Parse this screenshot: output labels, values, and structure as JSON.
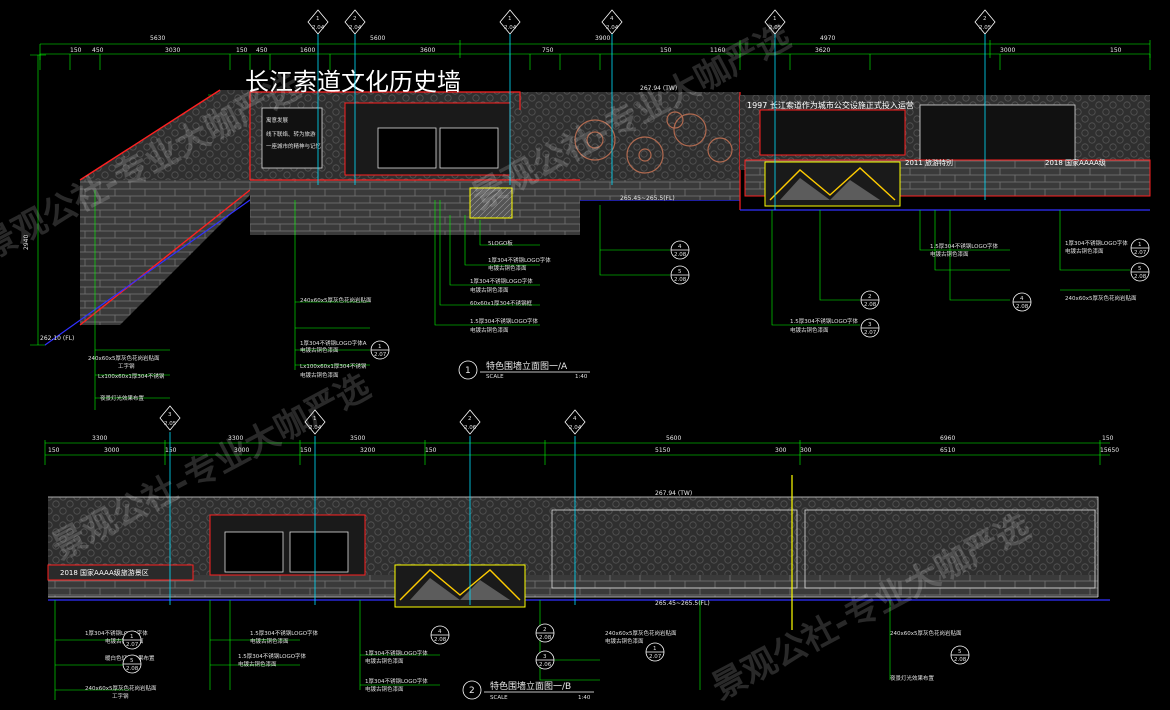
{
  "title": "长江索道文化历史墙",
  "panel1": {
    "number": "1",
    "title": "特色围墙立面图一/A",
    "scale_word": "SCALE",
    "scale": "1:40",
    "dims_top": [
      "5630",
      "5600",
      "3900",
      "4970"
    ],
    "dims_mid": [
      "150",
      "450",
      "3030",
      "150",
      "450",
      "1600",
      "3600",
      "750",
      "150",
      "1160",
      "3620",
      "3000",
      "150"
    ],
    "level_tw": "267.94 (TW)",
    "level_fl": "265.45~265.5(FL)",
    "level_fl_low": "262.10 (FL)",
    "sign_1997": "1997  长江索道作为城市公交设施正式投入运营",
    "sign_2011": "2011  旅游特别",
    "sign_2018": "2018  国家AAAA级",
    "notice_line1": "寓意发展",
    "notice_line2": "线下联络、转为旅游",
    "notice_line3": "一座城市的精神与记忆",
    "callouts_left": [
      "240x60x5厚灰色花岗岩贴面",
      "工字钢",
      "240x60x5厚灰色花岗岩贴面",
      "Lx100x60x1厚304不锈钢",
      "1厚304不锈钢LOGO字体A",
      "电镀古铜色漆面",
      "Lx100x60x1厚304不锈钢",
      "电镀古铜色漆面",
      "夜景灯光效果布置"
    ],
    "callouts_mid": [
      "5LOGO板",
      "1厚304不锈钢LOGO字体",
      "电镀古铜色漆面",
      "1厚304不锈钢LOGO字体",
      "电镀古铜色漆面",
      "60x60x1厚304不锈钢框",
      "1.5厚304不锈钢LOGO字体",
      "电镀古铜色漆面"
    ],
    "callouts_right": [
      "1.5厚304不锈钢LOGO字体",
      "电镀古铜色漆面",
      "1.5厚304不锈钢LOGO字体",
      "电镀古铜色漆面",
      "240x60x5厚灰色花岗岩贴面",
      "1厚304不锈钢LOGO字体",
      "电镀古铜色漆面"
    ]
  },
  "panel2": {
    "number": "2",
    "title": "特色围墙立面图一/B",
    "scale_word": "SCALE",
    "scale": "1:40",
    "dims_top": [
      "3300",
      "3300",
      "3500",
      "5600",
      "6960",
      "150"
    ],
    "dims_mid": [
      "150",
      "3000",
      "150",
      "3000",
      "150",
      "3200",
      "150",
      "5150",
      "300",
      "300",
      "6510",
      "15650"
    ],
    "level_tw": "267.94 (TW)",
    "level_fl": "265.45~265.5(FL)",
    "sign_2018": "2018  国家AAAA级旅游景区",
    "callouts_left": [
      "1厚304不锈钢LOGO字体",
      "电镀古铜色漆面",
      "暖白色灯光效果布置",
      "240x60x5厚灰色花岗岩贴面",
      "工字钢"
    ],
    "callouts_mid": [
      "1.5厚304不锈钢LOGO字体",
      "电镀古铜色漆面",
      "1.5厚304不锈钢LOGO字体",
      "电镀古铜色漆面",
      "1厚304不锈钢LOGO字体",
      "电镀古铜色漆面",
      "1厚304不锈钢LOGO字体",
      "电镀古铜色漆面"
    ],
    "callouts_right": [
      "240x60x5厚灰色花岗岩贴面",
      "电镀古铜色漆面",
      "240x60x5厚灰色花岗岩贴面",
      "夜景灯光效果布置"
    ]
  },
  "section_marks": {
    "top": [
      {
        "n": "1",
        "ref": "2.04"
      },
      {
        "n": "2",
        "ref": "2.04"
      },
      {
        "n": "1",
        "ref": "2.04"
      },
      {
        "n": "4",
        "ref": "2.04"
      },
      {
        "n": "1",
        "ref": "2.05"
      },
      {
        "n": "2",
        "ref": "2.05"
      }
    ],
    "bottom": [
      {
        "n": "3",
        "ref": "2.05"
      },
      {
        "n": "1",
        "ref": "2.04"
      },
      {
        "n": "2",
        "ref": "2.06"
      },
      {
        "n": "4",
        "ref": "2.04"
      }
    ]
  },
  "detail_refs": {
    "panel1": [
      {
        "n": "1",
        "ref": "2.07"
      },
      {
        "n": "4",
        "ref": "2.08"
      },
      {
        "n": "5",
        "ref": "2.08"
      },
      {
        "n": "2",
        "ref": "2.08"
      },
      {
        "n": "3",
        "ref": "2.07"
      },
      {
        "n": "4",
        "ref": "2.08"
      },
      {
        "n": "1",
        "ref": "2.07"
      },
      {
        "n": "5",
        "ref": "2.08"
      }
    ],
    "panel2": [
      {
        "n": "1",
        "ref": "2.07"
      },
      {
        "n": "5",
        "ref": "2.08"
      },
      {
        "n": "4",
        "ref": "2.08"
      },
      {
        "n": "2",
        "ref": "2.08"
      },
      {
        "n": "3",
        "ref": "2.06"
      },
      {
        "n": "1",
        "ref": "2.07"
      },
      {
        "n": "5",
        "ref": "2.08"
      }
    ]
  },
  "watermark": {
    "lines": [
      "景观公社-专业大咖严选",
      "景观公社-专业大咖严选",
      "景观公社-专业大咖严选",
      "景观公社-专业大咖严选"
    ]
  },
  "colors": {
    "background": "#000000",
    "dimension": "#00ff00",
    "wall_outline": "#ff2020",
    "section_line": "#00e0ff",
    "ground_line": "#3030ff",
    "trim": "#ffff00",
    "panel_fill": "#3a3a3a"
  }
}
